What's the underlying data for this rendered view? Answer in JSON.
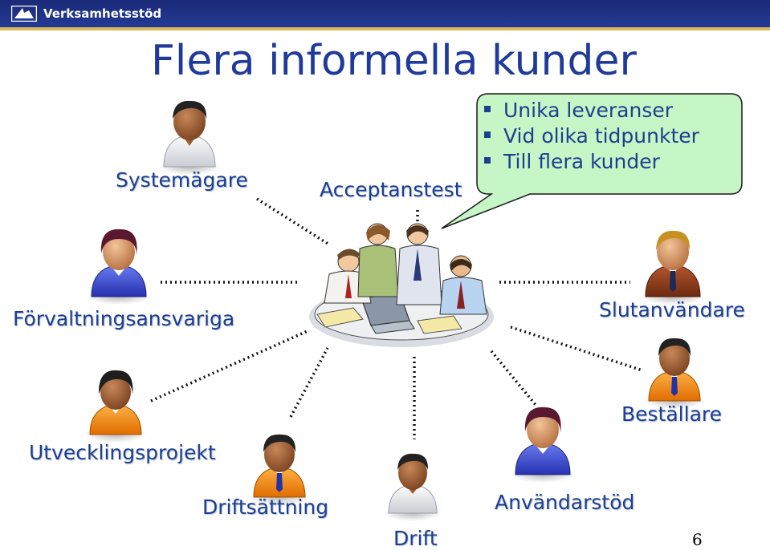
{
  "header": {
    "brand": "Verksamhetsstöd"
  },
  "title": "Flera informella kunder",
  "callout": {
    "bullets": [
      "Unika leveranser",
      "Vid olika tidpunkter",
      "Till flera kunder"
    ],
    "fill": "#c6f5c6"
  },
  "roles": {
    "systemagare": "Systemägare",
    "acceptanstest": "Acceptanstest",
    "forvaltning": "Förvaltningsansvariga",
    "slutanvandare": "Slutanvändare",
    "bestallare": "Beställare",
    "utveckling": "Utvecklingsprojekt",
    "driftsattning": "Driftsättning",
    "drift": "Drift",
    "anvandarstod": "Användarstöd"
  },
  "page_number": "6",
  "colors": {
    "title": "#1f3a9a",
    "label": "#1d3f8f",
    "header": "#1b2a78"
  }
}
